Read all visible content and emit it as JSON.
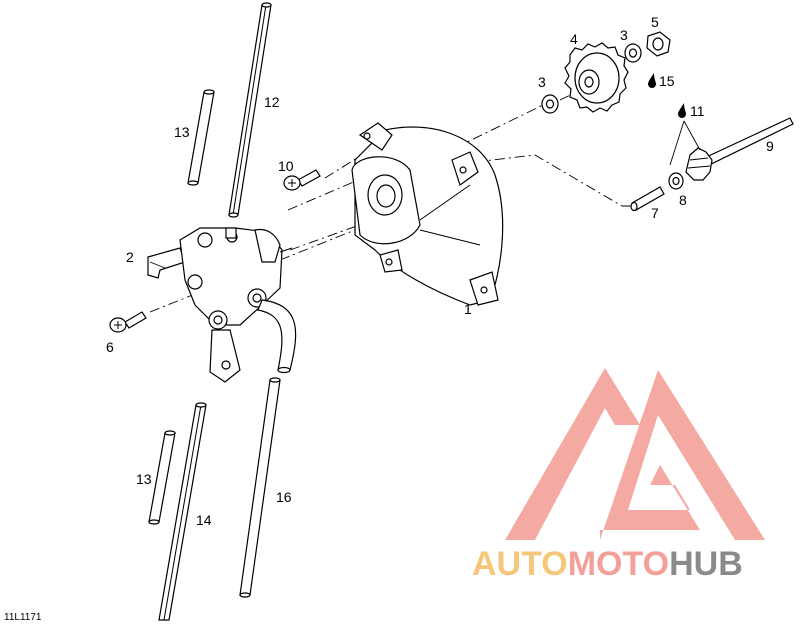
{
  "diagram": {
    "ref_code": "11L1171",
    "callouts": [
      "1",
      "2",
      "3",
      "3",
      "4",
      "5",
      "6",
      "7",
      "8",
      "9",
      "10",
      "11",
      "12",
      "13",
      "13",
      "14",
      "15",
      "16"
    ],
    "oil_symbol": "oil-drop-icon"
  },
  "watermark": {
    "word_part1": "AUTO",
    "word_part2": "MOTO",
    "word_part3": "HUB",
    "colors": {
      "auto": "#f6c77a",
      "moto": "#f4a09a",
      "hub": "#8a8a8a",
      "logo": "#f4a09a"
    }
  }
}
